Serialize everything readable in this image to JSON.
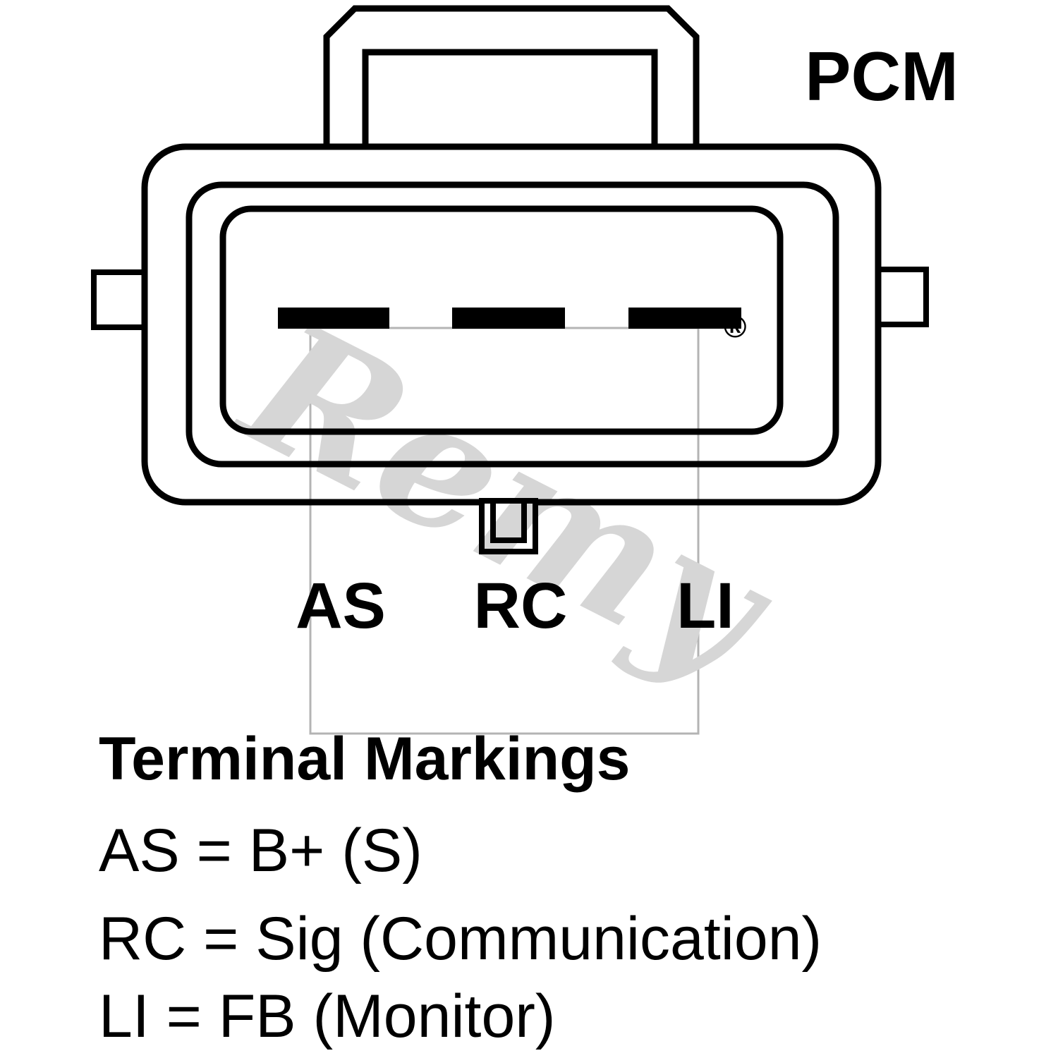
{
  "diagram": {
    "connector_label": "PCM",
    "terminals": [
      {
        "label": "AS"
      },
      {
        "label": "RC"
      },
      {
        "label": "LI"
      }
    ],
    "watermark": {
      "brand": "Remy",
      "registered": "®"
    },
    "legend": {
      "title": "Terminal Markings",
      "entries": [
        "AS = B+ (S)",
        "RC = Sig (Communication)",
        "LI = FB (Monitor)"
      ]
    }
  }
}
